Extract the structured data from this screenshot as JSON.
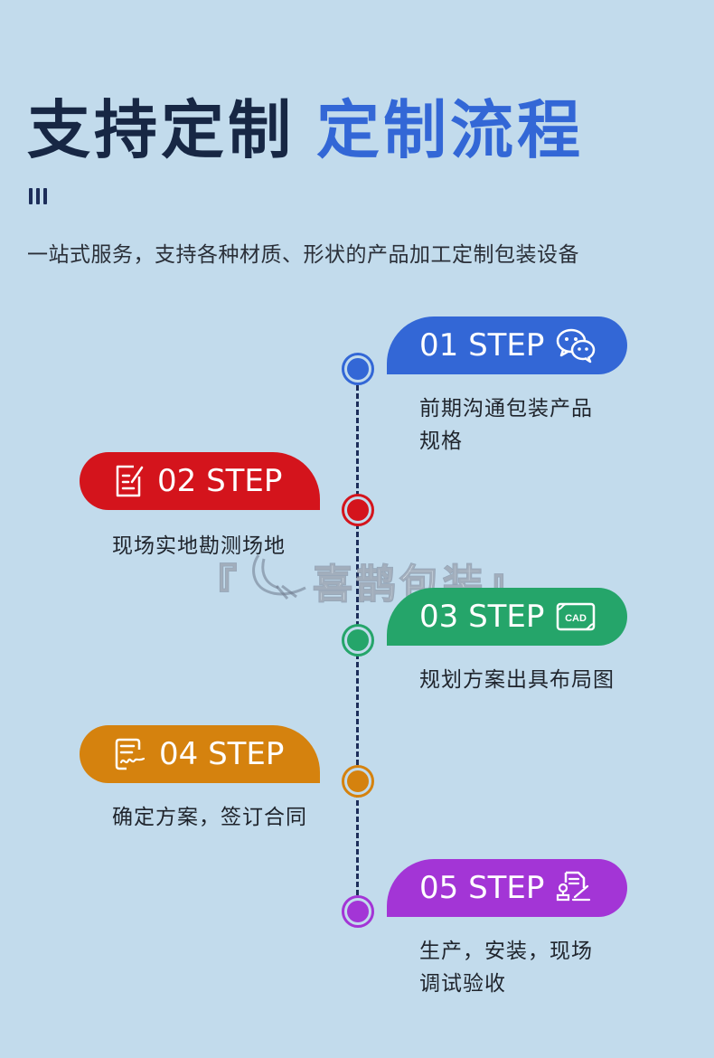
{
  "header": {
    "title_part1": "支持定制",
    "title_part2": "定制流程",
    "subtitle": "一站式服务，支持各种材质、形状的产品加工定制包装设备"
  },
  "watermark": {
    "left_bracket": "『",
    "brand": "喜鹊包装",
    "right_bracket": "』"
  },
  "steps": [
    {
      "label": "01 STEP",
      "desc_line1": "前期沟通包装产品",
      "desc_line2": "规格",
      "color": "#3367d6",
      "icon": "wechat-icon"
    },
    {
      "label": "02 STEP",
      "desc_line1": "现场实地勘测场地",
      "color": "#d4141c",
      "icon": "edit-document-icon"
    },
    {
      "label": "03 STEP",
      "desc_line1": "规划方案出具布局图",
      "color": "#25a56a",
      "icon": "cad-icon",
      "icon_text": "CAD"
    },
    {
      "label": "04 STEP",
      "desc_line1": "确定方案，签订合同",
      "color": "#d5820e",
      "icon": "signature-document-icon"
    },
    {
      "label": "05 STEP",
      "desc_line1": "生产，安装，现场",
      "desc_line2": "调试验收",
      "color": "#a335d6",
      "icon": "stamp-document-icon"
    }
  ]
}
